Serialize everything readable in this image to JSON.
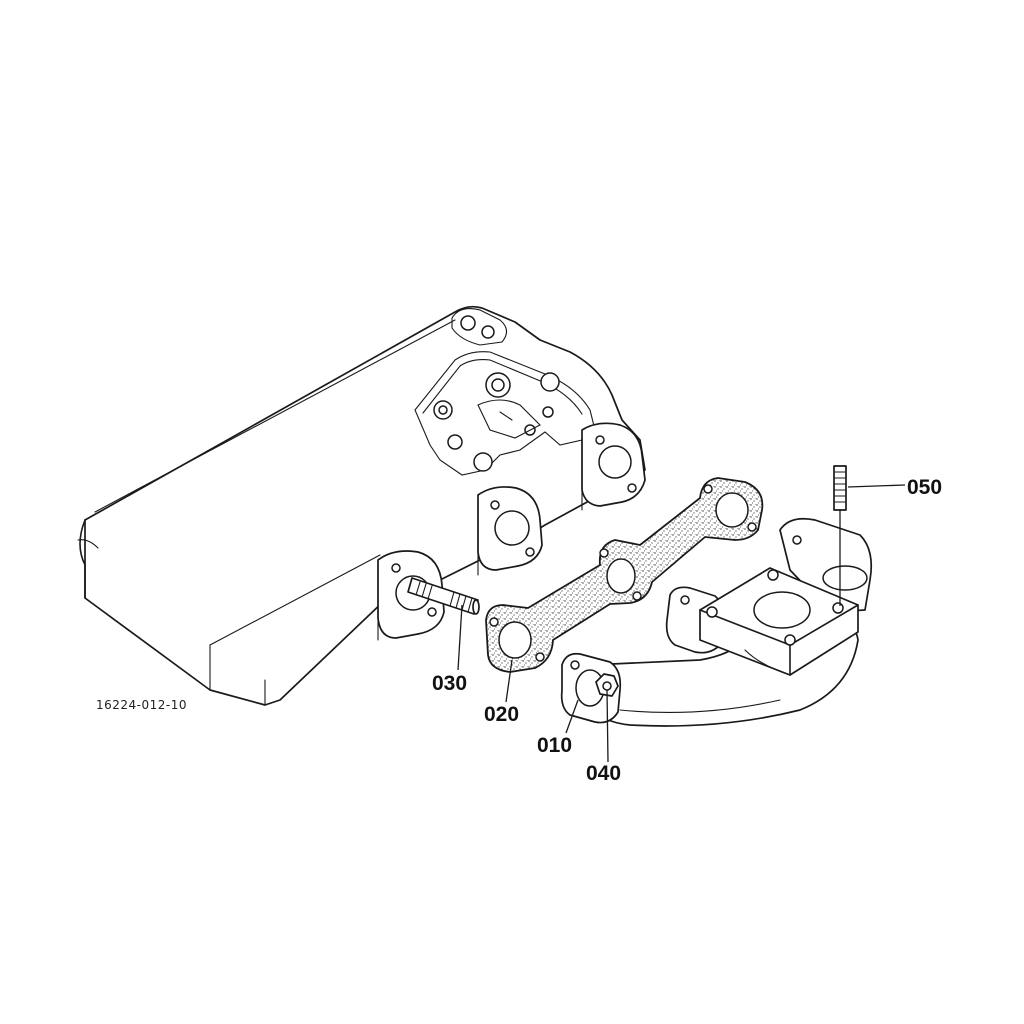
{
  "diagram": {
    "reference_code": "16224-012-10",
    "callouts": {
      "manifold": "010",
      "gasket": "020",
      "stud": "030",
      "nut": "040",
      "long_stud": "050"
    }
  }
}
